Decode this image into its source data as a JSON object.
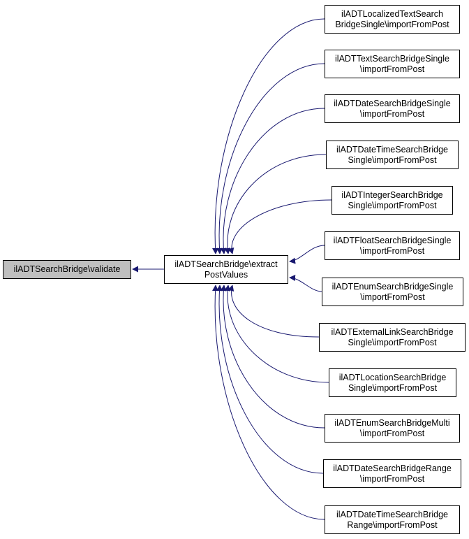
{
  "colors": {
    "edge": "#191970",
    "highlight_fill": "#bfbfbf",
    "node_border": "#000000"
  },
  "nodes": {
    "validate": {
      "lines": [
        "ilADTSearchBridge\\validate"
      ]
    },
    "extract": {
      "lines": [
        "ilADTSearchBridge\\extract",
        "PostValues"
      ]
    },
    "callers": [
      {
        "lines": [
          "ilADTLocalizedTextSearch",
          "BridgeSingle\\importFromPost"
        ]
      },
      {
        "lines": [
          "ilADTTextSearchBridgeSingle",
          "\\importFromPost"
        ]
      },
      {
        "lines": [
          "ilADTDateSearchBridgeSingle",
          "\\importFromPost"
        ]
      },
      {
        "lines": [
          "ilADTDateTimeSearchBridge",
          "Single\\importFromPost"
        ]
      },
      {
        "lines": [
          "ilADTIntegerSearchBridge",
          "Single\\importFromPost"
        ]
      },
      {
        "lines": [
          "ilADTFloatSearchBridgeSingle",
          "\\importFromPost"
        ]
      },
      {
        "lines": [
          "ilADTEnumSearchBridgeSingle",
          "\\importFromPost"
        ]
      },
      {
        "lines": [
          "ilADTExternalLinkSearchBridge",
          "Single\\importFromPost"
        ]
      },
      {
        "lines": [
          "ilADTLocationSearchBridge",
          "Single\\importFromPost"
        ]
      },
      {
        "lines": [
          "ilADTEnumSearchBridgeMulti",
          "\\importFromPost"
        ]
      },
      {
        "lines": [
          "ilADTDateSearchBridgeRange",
          "\\importFromPost"
        ]
      },
      {
        "lines": [
          "ilADTDateTimeSearchBridge",
          "Range\\importFromPost"
        ]
      }
    ]
  }
}
